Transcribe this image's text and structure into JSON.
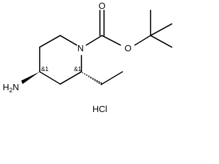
{
  "molecule": {
    "atoms": {
      "ring_n": "N",
      "carbonyl_o": "O",
      "ester_o": "O",
      "amine": "NH2"
    },
    "amine_parts": {
      "main": "H",
      "prefix": "N",
      "sub": "2"
    },
    "stereo_labels": {
      "c4": "&1",
      "c2": "&1"
    },
    "salt": "HCl"
  }
}
